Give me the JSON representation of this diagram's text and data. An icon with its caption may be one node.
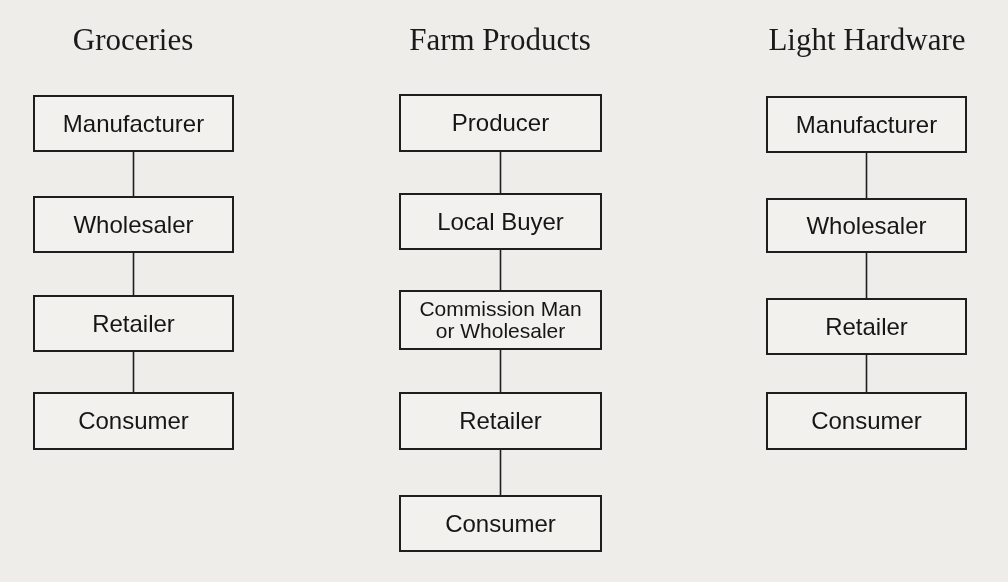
{
  "diagram": {
    "nodes": [
      {
        "text": [
          "Manufacturer"
        ]
      },
      {
        "text": [
          "Wholesaler"
        ]
      },
      {
        "text": [
          "Retailer"
        ]
      },
      {
        "text": [
          "Consumer"
        ]
      },
      {
        "text": [
          "Producer"
        ]
      },
      {
        "text": [
          "Local Buyer"
        ]
      },
      {
        "text": [
          "Commission Man or Wholesaler"
        ]
      },
      {
        "text": [
          "Retailer"
        ]
      },
      {
        "text": [
          "Consumer"
        ]
      },
      {
        "text": [
          "Manufacturer"
        ]
      },
      {
        "text": [
          "Wholesaler"
        ]
      },
      {
        "text": [
          "Retailer"
        ]
      },
      {
        "text": [
          "Consumer"
        ]
      }
    ],
    "edges": [
      {
        "from": 0,
        "to": 1,
        "arrow": "none"
      },
      {
        "from": 1,
        "to": 2,
        "arrow": "none"
      },
      {
        "from": 2,
        "to": 3,
        "arrow": "none"
      },
      {
        "from": 4,
        "to": 5,
        "arrow": "none"
      },
      {
        "from": 5,
        "to": 6,
        "arrow": "none"
      },
      {
        "from": 6,
        "to": 7,
        "arrow": "none"
      },
      {
        "from": 7,
        "to": 8,
        "arrow": "none"
      },
      {
        "from": 9,
        "to": 10,
        "arrow": "none"
      },
      {
        "from": 10,
        "to": 11,
        "arrow": "none"
      },
      {
        "from": 11,
        "to": 12,
        "arrow": "none"
      }
    ],
    "labels": [
      "Groceries",
      "Farm Products",
      "Light Hardware"
    ]
  }
}
